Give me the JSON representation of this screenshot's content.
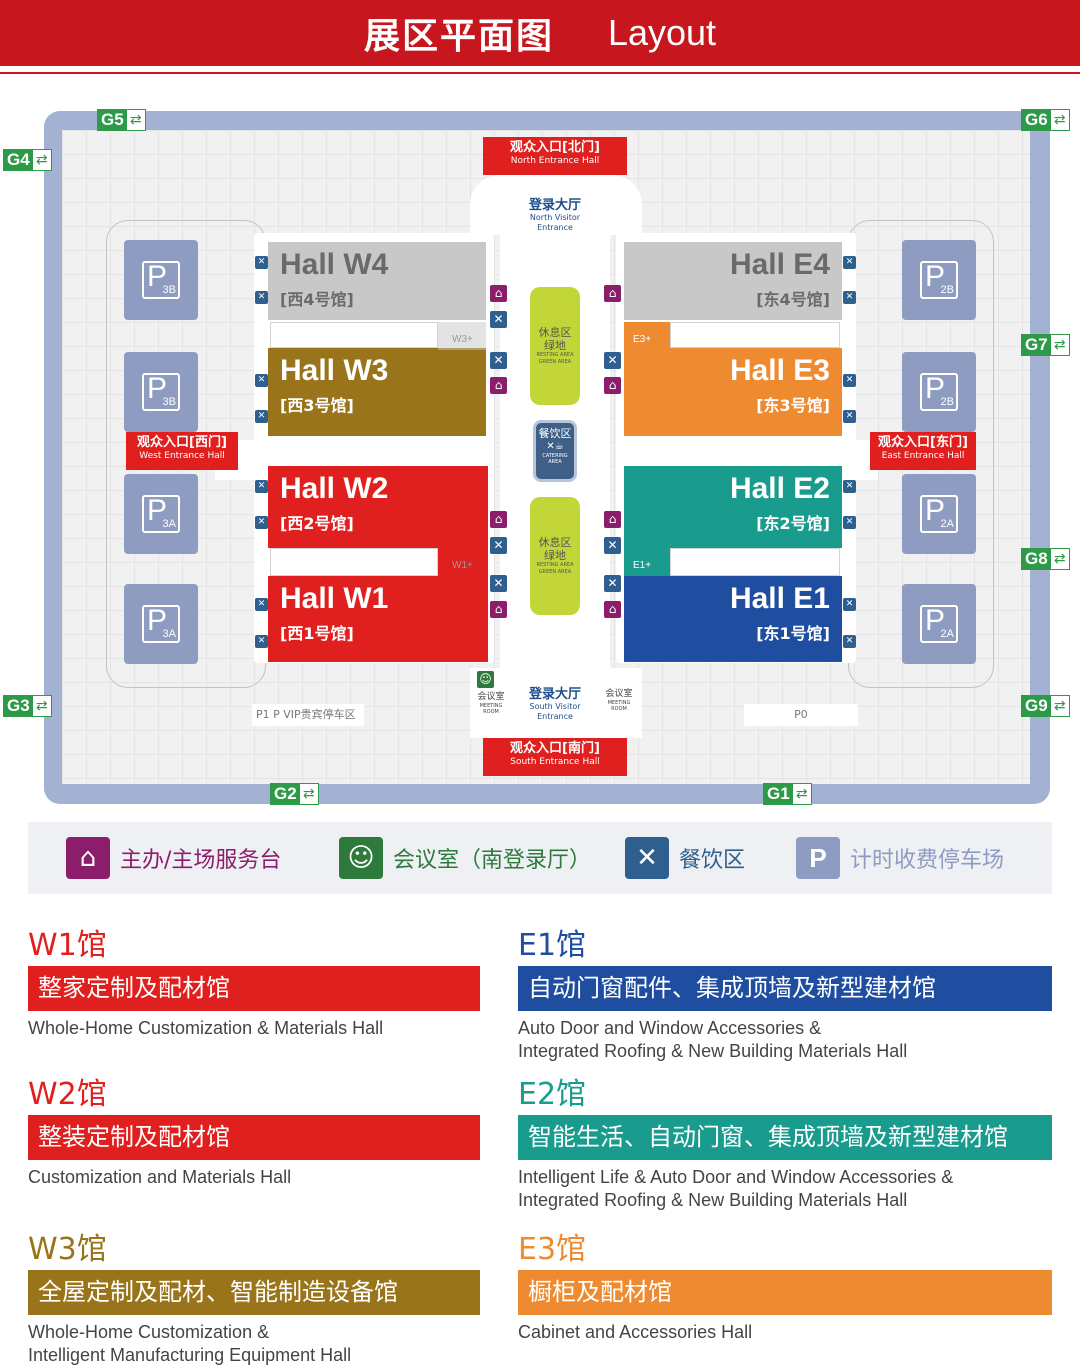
{
  "header": {
    "title_zh": "展区平面图",
    "title_en": "Layout"
  },
  "colors": {
    "header_red": "#c8161e",
    "w1": "#e0201e",
    "w2": "#e0201e",
    "w3": "#99741a",
    "w4": "#c8c8c8",
    "e1": "#1f4ea1",
    "e2": "#199c8e",
    "e3": "#ee8a30",
    "e4": "#c8c8c8",
    "gate_green": "#2d9a47",
    "parking": "#8e9cc2"
  },
  "gates": [
    "G1",
    "G2",
    "G3",
    "G4",
    "G5",
    "G6",
    "G7",
    "G8",
    "G9"
  ],
  "entrances": {
    "north": {
      "zh": "观众入口[北门]",
      "en": "North Entrance Hall"
    },
    "south": {
      "zh": "观众入口[南门]",
      "en": "South Entrance Hall"
    },
    "west": {
      "zh": "观众入口[西门]",
      "en": "West Entrance Hall"
    },
    "east": {
      "zh": "观众入口[东门]",
      "en": "East Entrance Hall"
    }
  },
  "lobbies": {
    "north": {
      "zh": "登录大厅",
      "en1": "North Visitor",
      "en2": "Entrance"
    },
    "south": {
      "zh": "登录大厅",
      "en1": "South Visitor",
      "en2": "Entrance"
    }
  },
  "halls": {
    "w4": {
      "name": "Hall W4",
      "zh": "[西4号馆]"
    },
    "w3": {
      "name": "Hall W3",
      "zh": "[西3号馆]"
    },
    "w2": {
      "name": "Hall W2",
      "zh": "[西2号馆]"
    },
    "w1": {
      "name": "Hall W1",
      "zh": "[西1号馆]"
    },
    "e4": {
      "name": "Hall E4",
      "zh": "[东4号馆]"
    },
    "e3": {
      "name": "Hall E3",
      "zh": "[东3号馆]"
    },
    "e2": {
      "name": "Hall E2",
      "zh": "[东2号馆]"
    },
    "e1": {
      "name": "Hall E1",
      "zh": "[东1号馆]"
    }
  },
  "connector_tags": {
    "w3p": "W3+",
    "w1p": "W1+",
    "e3p": "E3+",
    "e1p": "E1+"
  },
  "parking": {
    "p3b": {
      "letter": "P",
      "sub": "3B"
    },
    "p3a": {
      "letter": "P",
      "sub": "3A"
    },
    "p2b": {
      "letter": "P",
      "sub": "2B"
    },
    "p2a": {
      "letter": "P",
      "sub": "2A"
    }
  },
  "green_area": {
    "zh1": "休息区",
    "zh2": "绿地",
    "en1": "RESTING AREA",
    "en2": "GREEN AREA"
  },
  "catering_area": {
    "zh": "餐饮区",
    "en1": "CATERING",
    "en2": "AREA"
  },
  "meeting_room": {
    "zh": "会议室",
    "en1": "MEETING",
    "en2": "ROOM"
  },
  "parking_zones": {
    "p1": "P1  P VIP贵宾停车区",
    "p0": "P0"
  },
  "legend": {
    "service": "主办/主场服务台",
    "meeting": "会议室（南登录厅）",
    "catering": "餐饮区",
    "parking": "计时收费停车场"
  },
  "descriptions": {
    "w1": {
      "title": "W1馆",
      "zh": "整家定制及配材馆",
      "en": "Whole-Home Customization & Materials Hall"
    },
    "w2": {
      "title": "W2馆",
      "zh": "整装定制及配材馆",
      "en": "Customization and Materials Hall"
    },
    "w3": {
      "title": "W3馆",
      "zh": "全屋定制及配材、智能制造设备馆",
      "en": "Whole-Home Customization &\nIntelligent Manufacturing Equipment Hall"
    },
    "e1": {
      "title": "E1馆",
      "zh": "自动门窗配件、集成顶墙及新型建材馆",
      "en": "Auto Door and Window Accessories &\nIntegrated Roofing & New Building Materials Hall"
    },
    "e2": {
      "title": "E2馆",
      "zh": "智能生活、自动门窗、集成顶墙及新型建材馆",
      "en": "Intelligent Life & Auto Door and Window Accessories &\nIntegrated Roofing & New Building Materials Hall"
    },
    "e3": {
      "title": "E3馆",
      "zh": "橱柜及配材馆",
      "en": "Cabinet and Accessories Hall"
    }
  }
}
